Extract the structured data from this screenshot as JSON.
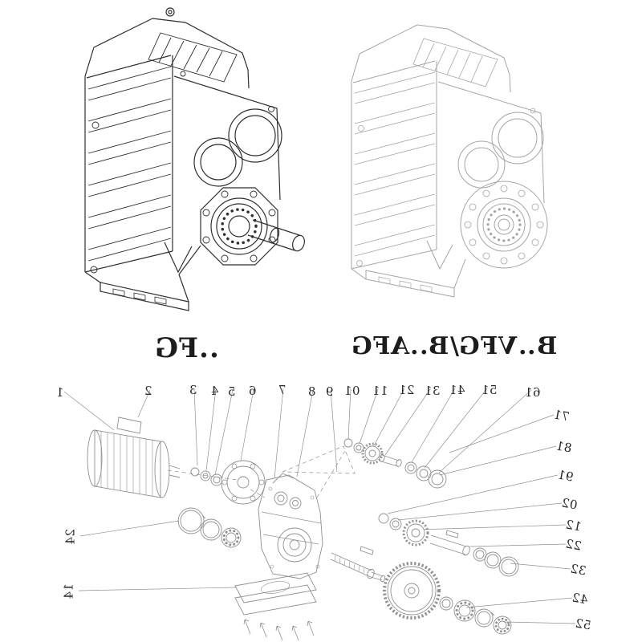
{
  "figures": {
    "left_model": "GF..",
    "right_model": "GFA..B/GFV..B"
  },
  "exploded": {
    "top_numbers": [
      "1",
      "2",
      "3",
      "4",
      "5",
      "6",
      "7",
      "8",
      "9",
      "10",
      "11",
      "12",
      "13",
      "14",
      "15",
      "16"
    ],
    "right_numbers": [
      "17",
      "18",
      "19",
      "20",
      "21",
      "22",
      "23",
      "24",
      "25"
    ],
    "left_numbers": [
      "42",
      "41"
    ]
  },
  "colors": {
    "dark_line": "#2f2f2f",
    "light_line": "#a5a5a5",
    "diagram_line": "#909090",
    "text": "#1c1c1c"
  }
}
